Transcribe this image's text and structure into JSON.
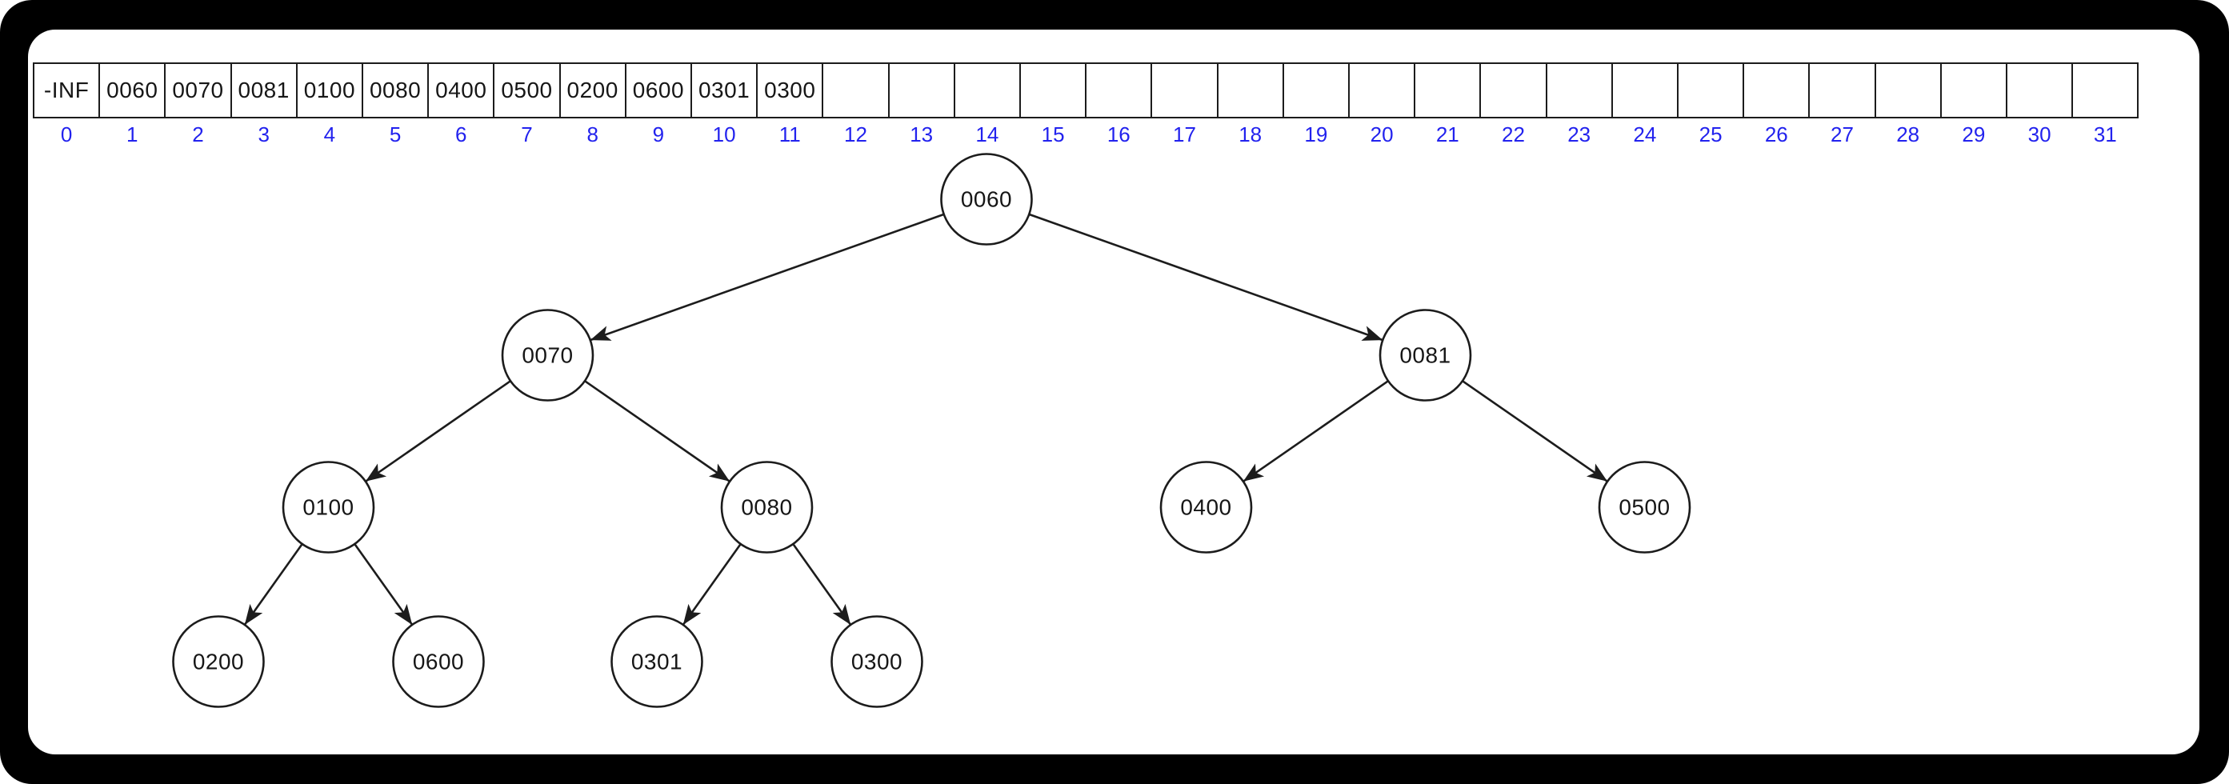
{
  "colors": {
    "frame_background": "#000000",
    "surface": "#ffffff",
    "line": "#1c1c1c",
    "value_text": "#161616",
    "index_text": "#2222ee",
    "node_fill": "#ffffff"
  },
  "array": {
    "cells": [
      "-INF",
      "0060",
      "0070",
      "0081",
      "0100",
      "0080",
      "0400",
      "0500",
      "0200",
      "0600",
      "0301",
      "0300",
      "",
      "",
      "",
      "",
      "",
      "",
      "",
      "",
      "",
      "",
      "",
      "",
      "",
      "",
      "",
      "",
      "",
      "",
      "",
      ""
    ],
    "indices": [
      "0",
      "1",
      "2",
      "3",
      "4",
      "5",
      "6",
      "7",
      "8",
      "9",
      "10",
      "11",
      "12",
      "13",
      "14",
      "15",
      "16",
      "17",
      "18",
      "19",
      "20",
      "21",
      "22",
      "23",
      "24",
      "25",
      "26",
      "27",
      "28",
      "29",
      "30",
      "31"
    ]
  },
  "tree": {
    "value": "0060",
    "children": [
      {
        "value": "0070",
        "children": [
          {
            "value": "0100",
            "children": [
              {
                "value": "0200"
              },
              {
                "value": "0600"
              }
            ]
          },
          {
            "value": "0080",
            "children": [
              {
                "value": "0301"
              },
              {
                "value": "0300"
              }
            ]
          }
        ]
      },
      {
        "value": "0081",
        "children": [
          {
            "value": "0400"
          },
          {
            "value": "0500"
          }
        ]
      }
    ]
  }
}
